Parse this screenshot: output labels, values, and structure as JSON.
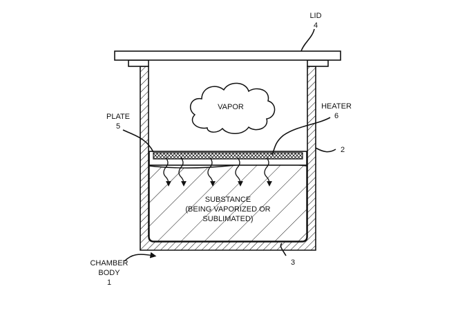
{
  "labels": {
    "lid_name": "LID",
    "lid_num": "4",
    "vapor": "VAPOR",
    "heater_name": "HEATER",
    "heater_num": "6",
    "plate_name": "PLATE",
    "plate_num": "5",
    "wall_num": "2",
    "substance_line1": "SUBSTANCE",
    "substance_line2": "(BEING VAPORIZED OR",
    "substance_line3": "SUBLIMATED)",
    "chamber_line1": "CHAMBER",
    "chamber_line2": "BODY",
    "chamber_num": "1",
    "bottom_num": "3"
  }
}
